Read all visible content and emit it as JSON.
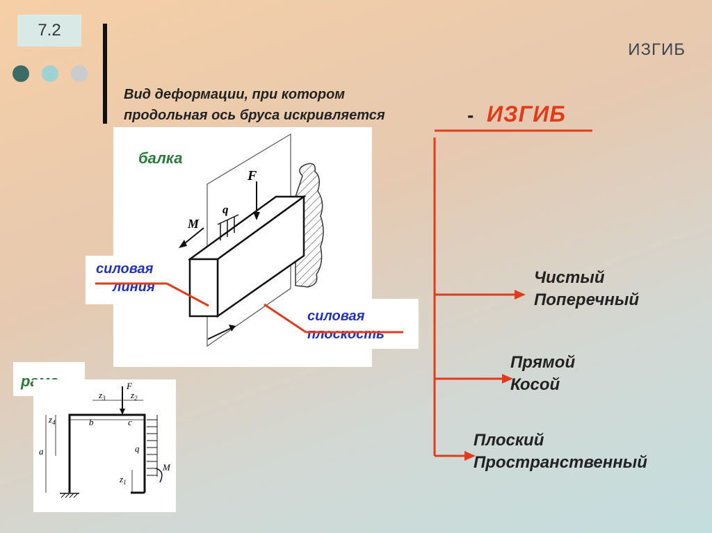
{
  "slide_number": "7.2",
  "slide_title": "ИЗГИБ",
  "definition": {
    "line1": "Вид деформации, при котором",
    "line2": "продольная ось бруса искривляется",
    "dash": "-",
    "term": "ИЗГИБ"
  },
  "beam": {
    "title": "балка",
    "force_line_l1": "силовая",
    "force_line_l2": "линия",
    "force_plane_l1": "силовая",
    "force_plane_l2": "плоскость",
    "label_F": "F",
    "label_q": "q",
    "label_M": "M"
  },
  "frame": {
    "title": "рама",
    "labels": {
      "z1": "z",
      "z1s": "1",
      "z2": "z",
      "z2s": "2",
      "z3": "z",
      "z3s": "3",
      "z4": "z",
      "z4s": "4",
      "a": "a",
      "b": "b",
      "c": "c",
      "q": "q",
      "F": "F",
      "M": "M"
    }
  },
  "categories": [
    {
      "line1": "Чистый",
      "line2": "Поперечный"
    },
    {
      "line1": "Прямой",
      "line2": "Косой"
    },
    {
      "line1": "Плоский",
      "line2": "Пространственный"
    }
  ],
  "colors": {
    "accent": "#e03c1c",
    "green": "#2b7a3a",
    "blue": "#2233bb",
    "dot1": "#3b6b66",
    "dot2": "#9fd3d3",
    "dot3": "#c9cccd"
  }
}
